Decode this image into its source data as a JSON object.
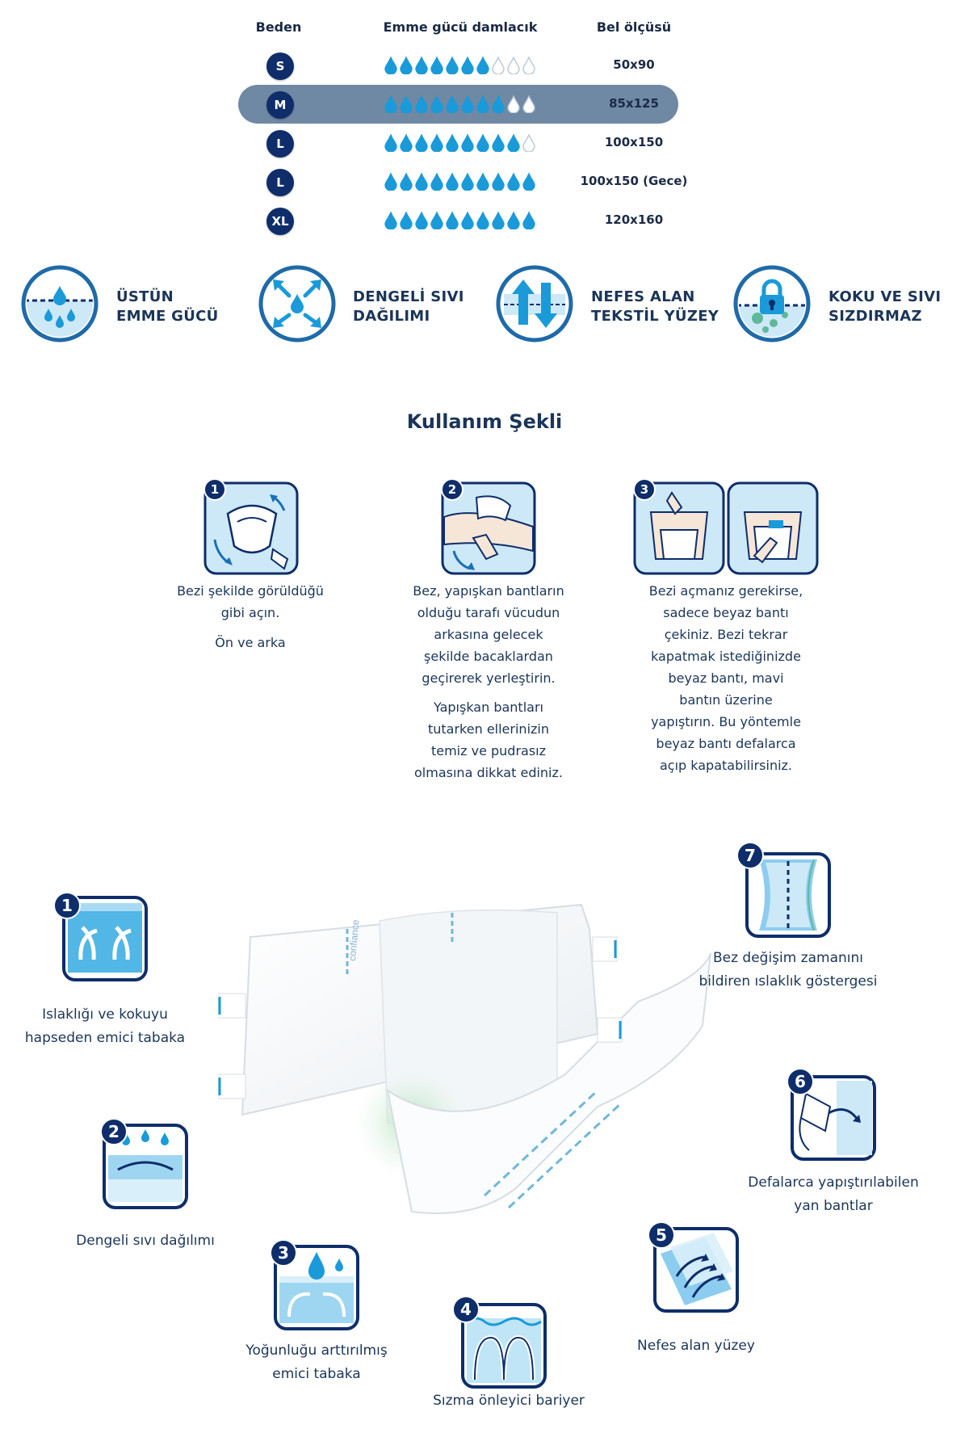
{
  "size_table": {
    "headers": [
      "Beden",
      "Emme gücü damlacık",
      "Bel ölçüsü"
    ],
    "rows": [
      {
        "size": "S",
        "filled": 7,
        "total": 10,
        "waist": "50x90",
        "highlight": false
      },
      {
        "size": "M",
        "filled": 8,
        "total": 10,
        "waist": "85x125",
        "highlight": true
      },
      {
        "size": "L",
        "filled": 9,
        "total": 10,
        "waist": "100x150",
        "highlight": false
      },
      {
        "size": "L",
        "filled": 10,
        "total": 10,
        "waist": "100x150 (Gece)",
        "highlight": false
      },
      {
        "size": "XL",
        "filled": 10,
        "total": 10,
        "waist": "120x160",
        "highlight": false
      }
    ]
  },
  "features": [
    {
      "icon": "absorption-drops-icon",
      "label": "ÜSTÜN\nEMME GÜCÜ"
    },
    {
      "icon": "spread-arrows-icon",
      "label": "DENGELİ SIVI\nDAĞILIMI"
    },
    {
      "icon": "breathable-arrows-icon",
      "label": "NEFES ALAN\nTEKSTİL YÜZEY"
    },
    {
      "icon": "odor-lock-icon",
      "label": "KOKU VE SIVI\nSIZDIRMAZ"
    }
  ],
  "usage": {
    "title": "Kullanım Şekli",
    "steps": [
      {
        "number": "1",
        "paragraphs": [
          "Bezi şekilde görüldüğü\ngibi açın.",
          "Ön ve arka"
        ]
      },
      {
        "number": "2",
        "paragraphs": [
          "Bez, yapışkan bantların\nolduğu tarafı vücudun\narkasına gelecek\nşekilde bacaklardan\ngeçirerek yerleştirin.",
          "Yapışkan bantları\ntutarken ellerinizin\ntemiz ve pudrasız\nolmasına dikkat ediniz."
        ]
      },
      {
        "number": "3",
        "paragraphs": [
          "Bezi açmanız gerekirse,\nsadece beyaz bantı\nçekiniz. Bezi tekrar\nkapatmak istediğinizde\nbeyaz bantı, mavi\nbantın üzerine\nyapıştırın. Bu yöntemle\nbeyaz bantı defalarca\naçıp kapatabilirsiniz."
        ]
      }
    ]
  },
  "product_brand": "confiance",
  "callouts": [
    {
      "number": "1",
      "icon": "absorbent-layer-icon",
      "text": "Islaklığı ve kokuyu\nhapseden emici tabaka"
    },
    {
      "number": "2",
      "icon": "liquid-distribution-icon",
      "text": "Dengeli sıvı dağılımı"
    },
    {
      "number": "3",
      "icon": "dense-core-icon",
      "text": "Yoğunluğu arttırılmış\nemici tabaka"
    },
    {
      "number": "4",
      "icon": "leak-barrier-icon",
      "text": "Sızma önleyici bariyer"
    },
    {
      "number": "5",
      "icon": "breathable-surface-icon",
      "text": "Nefes alan yüzey"
    },
    {
      "number": "6",
      "icon": "resealable-tape-icon",
      "text": "Defalarca yapıştırılabilen\nyan bantlar"
    },
    {
      "number": "7",
      "icon": "wetness-indicator-icon",
      "text": "Bez değişim zamanını\nbildiren ıslaklık göstergesi"
    }
  ],
  "colors": {
    "navy": "#0e2d6a",
    "drop": "#1a9ad9",
    "highlight": "#6f88a4",
    "text": "#1b3558",
    "light_blue": "#cde9f7"
  }
}
